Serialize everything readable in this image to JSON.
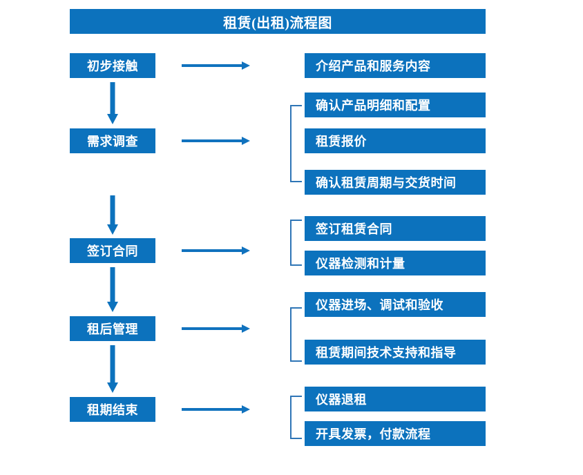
{
  "diagram": {
    "title": "租赁(出租)流程图",
    "accent_color": "#0C72BD",
    "bracket_color": "#2E75B6",
    "title_text_color": "#FFFFFF",
    "background_color": "#FFFFFF",
    "stages": [
      {
        "label": "初步接触"
      },
      {
        "label": "需求调查"
      },
      {
        "label": "签订合同"
      },
      {
        "label": "租后管理"
      },
      {
        "label": "租期结束"
      }
    ],
    "details": [
      {
        "label": "介绍产品和服务内容"
      },
      {
        "label": "确认产品明细和配置"
      },
      {
        "label": "租赁报价"
      },
      {
        "label": "确认租赁周期与交货时间"
      },
      {
        "label": "签订租赁合同"
      },
      {
        "label": "仪器检测和计量"
      },
      {
        "label": "仪器进场、调试和验收"
      },
      {
        "label": "租赁期间技术支持和指导"
      },
      {
        "label": "仪器退租"
      },
      {
        "label": "开具发票，付款流程"
      }
    ],
    "connectors": {
      "horizontal_arrow_icon": "arrow-right-icon",
      "vertical_arrow_icon": "arrow-down-icon",
      "bracket_icon": "left-brace-icon",
      "horizontal_arrow_count": 5,
      "vertical_arrow_count": 4,
      "bracket_count": 4
    }
  }
}
